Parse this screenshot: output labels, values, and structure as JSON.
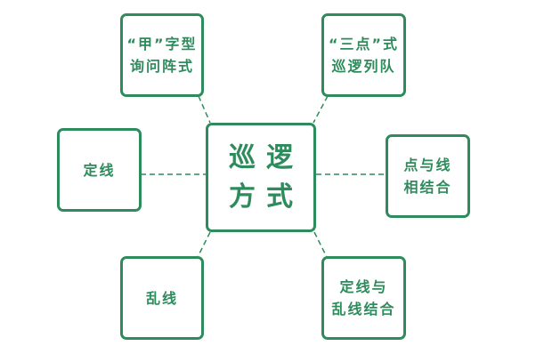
{
  "diagram": {
    "colors": {
      "accent": "#2e8b5c",
      "background": "#ffffff"
    },
    "center": {
      "lines": [
        "巡逻",
        "方式"
      ]
    },
    "nodes": {
      "top_left": {
        "lines": [
          "“甲”字型",
          "询问阵式"
        ]
      },
      "top_right": {
        "lines": [
          "“三点”式",
          "巡逻列队"
        ]
      },
      "middle_left": {
        "lines": [
          "定线"
        ]
      },
      "middle_right": {
        "lines": [
          "点与线",
          "相结合"
        ]
      },
      "bottom_left": {
        "lines": [
          "乱线"
        ]
      },
      "bottom_right": {
        "lines": [
          "定线与",
          "乱线结合"
        ]
      }
    }
  }
}
